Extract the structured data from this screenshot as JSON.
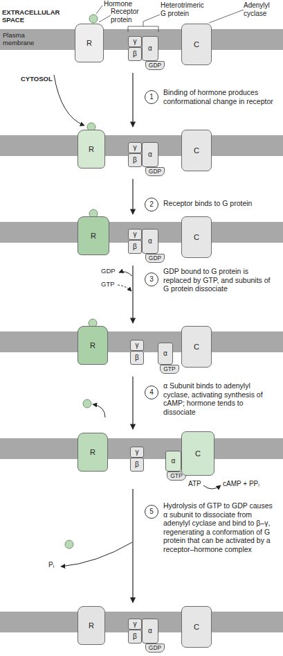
{
  "diagram": {
    "nodes": [
      {
        "text": [
          "R"
        ]
      },
      {
        "text": [
          "γ"
        ]
      },
      {
        "text": [
          "β"
        ]
      },
      {
        "text": [
          "α"
        ]
      },
      {
        "text": [
          "GDP"
        ]
      },
      {
        "text": [
          "C"
        ]
      },
      {
        "text": [
          "1"
        ]
      },
      {
        "text": [
          "R"
        ]
      },
      {
        "text": [
          "γ"
        ]
      },
      {
        "text": [
          "β"
        ]
      },
      {
        "text": [
          "α"
        ]
      },
      {
        "text": [
          "GDP"
        ]
      },
      {
        "text": [
          "C"
        ]
      },
      {
        "text": [
          "2"
        ]
      },
      {
        "text": [
          "R"
        ]
      },
      {
        "text": [
          "γ"
        ]
      },
      {
        "text": [
          "β"
        ]
      },
      {
        "text": [
          "α"
        ]
      },
      {
        "text": [
          "GDP"
        ]
      },
      {
        "text": [
          "C"
        ]
      },
      {
        "text": [
          "3"
        ]
      },
      {
        "text": [
          "R"
        ]
      },
      {
        "text": [
          "γ"
        ]
      },
      {
        "text": [
          "β"
        ]
      },
      {
        "text": [
          "α"
        ]
      },
      {
        "text": [
          "GTP"
        ]
      },
      {
        "text": [
          "C"
        ]
      },
      {
        "text": [
          "4"
        ]
      },
      {
        "text": [
          "R"
        ]
      },
      {
        "text": [
          "γ"
        ]
      },
      {
        "text": [
          "β"
        ]
      },
      {
        "text": [
          "α"
        ]
      },
      {
        "text": [
          "GTP"
        ]
      },
      {
        "text": [
          "C"
        ]
      },
      {
        "text": [
          "5"
        ]
      },
      {
        "text": [
          "R"
        ]
      },
      {
        "text": [
          "γ"
        ]
      },
      {
        "text": [
          "β"
        ]
      },
      {
        "text": [
          "α"
        ]
      },
      {
        "text": [
          "GDP"
        ]
      },
      {
        "text": [
          "C"
        ]
      }
    ],
    "labels": [
      "Hormone",
      "Receptor protein",
      "Heterotrimeric G protein",
      "Adenylyl cyclase",
      "EXTRACELLULAR SPACE",
      "Plasma membrane",
      "CYTOSOL",
      "Binding of hormone produces conformational change in receptor",
      "Receptor binds to G protein",
      "GDP",
      "GTP",
      "GDP bound to G protein is replaced by GTP, and subunits of G protein dissociate",
      "α Subunit binds to adenylyl cyclase, activating synthesis of cAMP; hormone tends to dissociate",
      "ATP",
      "cAMP + PPᵢ",
      "Hydrolysis of GTP to GDP causes α subunit to dissociate from adenylyl cyclase and bind to β–γ, regenerating a conformation of G protein that can be activated by a receptor–hormone complex",
      "Pᵢ"
    ]
  }
}
